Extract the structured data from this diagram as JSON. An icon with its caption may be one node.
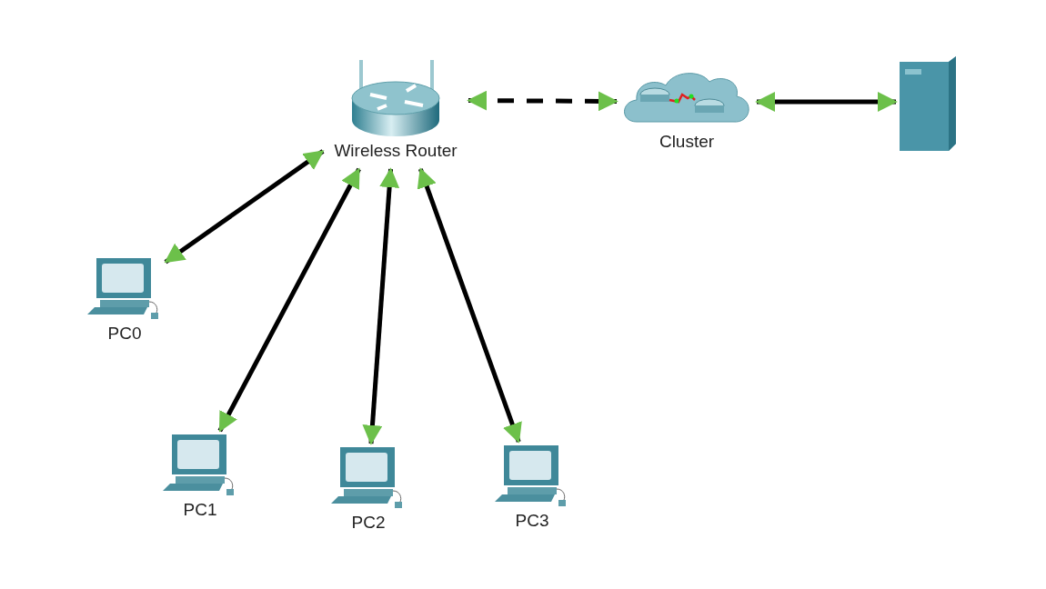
{
  "diagram": {
    "nodes": [
      {
        "text": [
          "Wireless Router"
        ]
      },
      {
        "text": [
          "Cluster"
        ]
      },
      {
        "text": [],
        "shape": "picture"
      },
      {
        "text": [
          "PC0"
        ]
      },
      {
        "text": [
          "PC1"
        ]
      },
      {
        "text": [
          "PC2"
        ]
      },
      {
        "text": [
          "PC3"
        ]
      }
    ],
    "edges": [
      {
        "from": 0,
        "to": 1,
        "arrow": "both",
        "style": "dashed"
      },
      {
        "from": 1,
        "to": 2,
        "arrow": "both"
      },
      {
        "from": 0,
        "to": 3,
        "arrow": "both"
      },
      {
        "from": 0,
        "to": 4,
        "arrow": "both"
      },
      {
        "from": 0,
        "to": 5,
        "arrow": "both"
      },
      {
        "from": 0,
        "to": 6,
        "arrow": "both"
      }
    ]
  }
}
